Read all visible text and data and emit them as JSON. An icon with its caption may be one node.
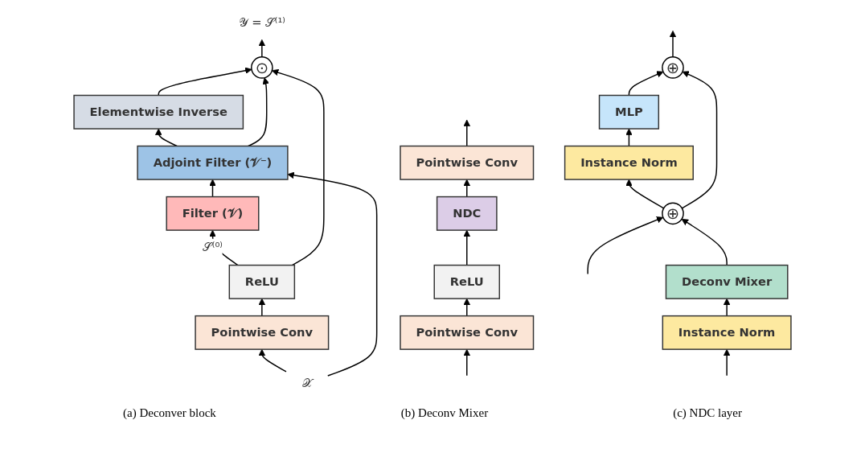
{
  "diagram": {
    "nodes": [
      {
        "text": [
          "⊕"
        ]
      },
      {
        "text": [
          "MLP"
        ]
      },
      {
        "text": [
          "Instance Norm"
        ]
      },
      {
        "text": [
          "⊕"
        ]
      },
      {
        "text": [
          "Deconv Mixer"
        ]
      },
      {
        "text": [
          "Instance Norm"
        ]
      },
      {
        "text": [
          "Pointwise Conv"
        ]
      },
      {
        "text": [
          "NDC"
        ]
      },
      {
        "text": [
          "ReLU"
        ]
      },
      {
        "text": [
          "Pointwise Conv"
        ]
      },
      {
        "text": [
          "𝒴 = 𝒮⁽¹⁾"
        ]
      },
      {
        "text": [
          "⊙"
        ]
      },
      {
        "text": [
          "Elementwise Inverse"
        ]
      },
      {
        "text": [
          "Adjoint Filter (𝒱⁻)"
        ]
      },
      {
        "text": [
          "Filter (𝒱)"
        ]
      },
      {
        "text": [
          "ReLU"
        ]
      },
      {
        "text": [
          "Pointwise Conv"
        ]
      },
      {
        "text": [
          "𝒳"
        ]
      }
    ],
    "edges": [
      {
        "from": null,
        "to": 5,
        "arrow": "to"
      },
      {
        "from": null,
        "to": 3,
        "arrow": "to"
      },
      {
        "from": 5,
        "to": 4,
        "arrow": "to"
      },
      {
        "from": 4,
        "to": 3,
        "arrow": "to"
      },
      {
        "from": 3,
        "to": 2,
        "arrow": "to"
      },
      {
        "from": 3,
        "to": 0,
        "arrow": "to"
      },
      {
        "from": 2,
        "to": 1,
        "arrow": "to"
      },
      {
        "from": 1,
        "to": 0,
        "arrow": "to"
      },
      {
        "from": 0,
        "to": null,
        "arrow": "to"
      },
      {
        "from": null,
        "to": 9,
        "arrow": "to"
      },
      {
        "from": 9,
        "to": 8,
        "arrow": "to"
      },
      {
        "from": 8,
        "to": 7,
        "arrow": "to"
      },
      {
        "from": 7,
        "to": 6,
        "arrow": "to"
      },
      {
        "from": 6,
        "to": null,
        "arrow": "to"
      },
      {
        "from": 17,
        "to": 16,
        "arrow": "to"
      },
      {
        "from": 17,
        "to": 13,
        "arrow": "to"
      },
      {
        "from": 16,
        "to": 15,
        "arrow": "to"
      },
      {
        "from": 15,
        "to": 14,
        "arrow": "to",
        "label": "𝒮⁽⁰⁾"
      },
      {
        "from": 15,
        "to": 11,
        "arrow": "to"
      },
      {
        "from": 14,
        "to": 13,
        "arrow": "to"
      },
      {
        "from": 13,
        "to": 12,
        "arrow": "to"
      },
      {
        "from": 13,
        "to": 11,
        "arrow": "to"
      },
      {
        "from": 12,
        "to": 11,
        "arrow": "to"
      },
      {
        "from": 11,
        "to": 10,
        "arrow": "to"
      }
    ],
    "labels": [
      "(a) Deconver block",
      "(b) Deconv Mixer",
      "(c) NDC layer"
    ]
  }
}
